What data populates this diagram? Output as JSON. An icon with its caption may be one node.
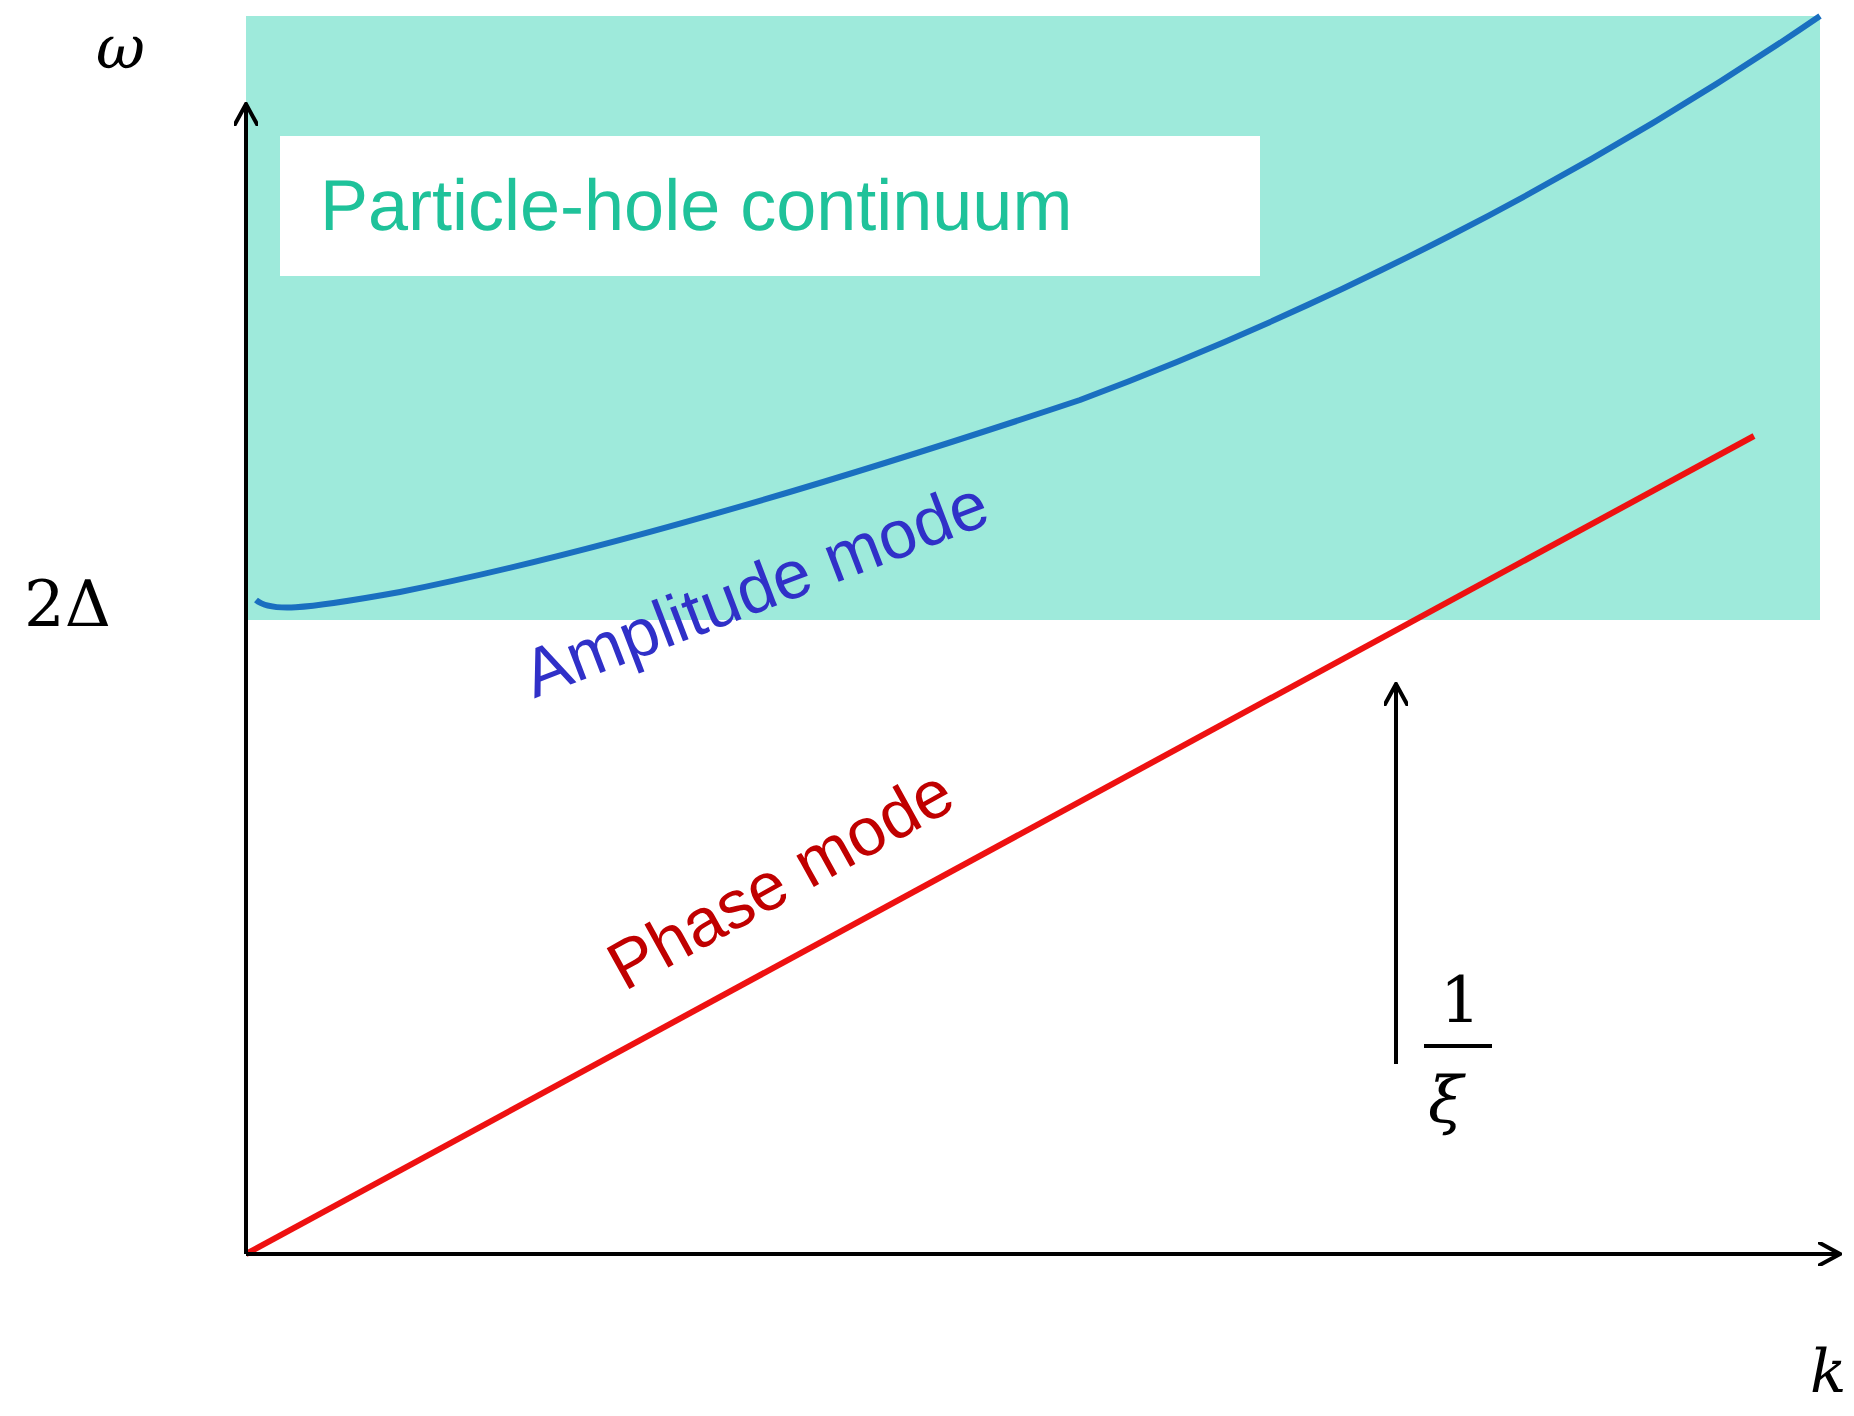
{
  "diagram": {
    "nodes": [
      {
        "text": [
          "Particle-hole continuum"
        ]
      }
    ],
    "labels": [
      "ω",
      "2Δ",
      "Amplitude mode",
      "Phase mode",
      "1",
      "ξ",
      "k"
    ]
  }
}
